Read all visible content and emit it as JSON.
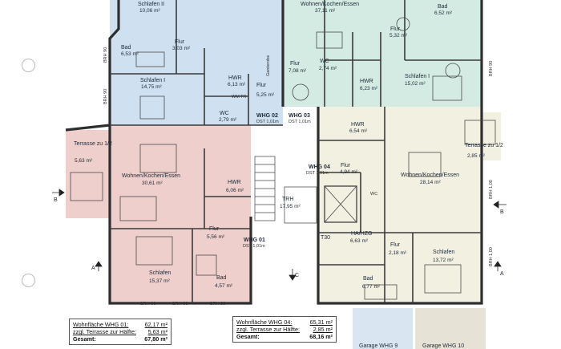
{
  "colors": {
    "unit02": "#cfe0f1",
    "unit03": "#d4ebe3",
    "unit01": "#efcfcc",
    "unit04": "#f2f0e0",
    "garage": "#d9e6f2",
    "garage2": "#e6e3d6"
  },
  "rooms": {
    "schlafen2": {
      "name": "Schlafen II",
      "area": "10,06 m²"
    },
    "flur02": {
      "name": "Flur",
      "area": "3,03 m²"
    },
    "bad02": {
      "name": "Bad",
      "area": "6,53 m²"
    },
    "schlafen1_02": {
      "name": "Schlafen I",
      "area": "14,75 m²"
    },
    "hwr02": {
      "name": "HWR",
      "area": "6,13 m²"
    },
    "flur02b": {
      "name": "Flur",
      "area": "5,25 m²"
    },
    "wc02": {
      "name": "WC",
      "area": "2,79 m²"
    },
    "wohnen03": {
      "name": "Wohnen/Kochen/Essen",
      "area": "37,11 m²"
    },
    "flur03a": {
      "name": "Flur",
      "area": "5,32 m²"
    },
    "bad03": {
      "name": "Bad",
      "area": "6,52 m²"
    },
    "flur03b": {
      "name": "Flur",
      "area": "7,08 m²"
    },
    "wc03": {
      "name": "WC",
      "area": "2,74 m²"
    },
    "hwr03": {
      "name": "HWR",
      "area": "6,23 m²"
    },
    "schlafen1_03": {
      "name": "Schlafen I",
      "area": "15,02 m²"
    },
    "terrasse01": {
      "name": "Terrasse zu 1/2",
      "area": "5,63 m²"
    },
    "wohnen01": {
      "name": "Wohnen/Kochen/Essen",
      "area": "30,61 m²"
    },
    "hwr01": {
      "name": "HWR",
      "area": "6,06 m²"
    },
    "flur01": {
      "name": "Flur",
      "area": "5,56 m²"
    },
    "schlafen01": {
      "name": "Schlafen",
      "area": "15,37 m²"
    },
    "bad01": {
      "name": "Bad",
      "area": "4,57 m²"
    },
    "trh": {
      "name": "TRH",
      "area": "17,95 m²"
    },
    "hwr04": {
      "name": "HWR",
      "area": "6,54 m²"
    },
    "flur04": {
      "name": "Flur",
      "area": "4,94 m²"
    },
    "wohnen04": {
      "name": "Wohnen/Kochen/Essen",
      "area": "28,14 m²"
    },
    "terrasse04": {
      "name": "Terrasse zu 1/2",
      "area": "2,85 m²"
    },
    "hahzg": {
      "name": "HA/HZG",
      "area": "6,63 m²"
    },
    "flur04b": {
      "name": "Flur",
      "area": "2,18 m²"
    },
    "schlafen04": {
      "name": "Schlafen",
      "area": "13,72 m²"
    },
    "bad04": {
      "name": "Bad",
      "area": "6,77 m²"
    },
    "garage9": {
      "name": "Garage WHG 9"
    },
    "garage10": {
      "name": "Garage WHG 10"
    }
  },
  "unit_tags": {
    "whg02": {
      "name": "WHG 02",
      "sub": "DST 1,01m"
    },
    "whg03": {
      "name": "WHG 03",
      "sub": "DST 1,01m"
    },
    "whg04": {
      "name": "WHG 04",
      "sub": "DST 1,01m"
    },
    "whg01": {
      "name": "WHG 01",
      "sub": "DST 1,01m"
    }
  },
  "misc_labels": {
    "wc_small": "WC",
    "wm": "WM",
    "tr": "TR",
    "t30": "T30",
    "gard": "Garderobe",
    "brh_90": "BRH 90",
    "brh_100": "BRH 1,00",
    "section_b": "B",
    "section_c": "C",
    "section_a": "A"
  },
  "area_boxes": [
    {
      "rows": [
        {
          "label": "Wohnfläche WHG 01:",
          "value": "62,17 m²"
        },
        {
          "label": "zzgl. Terrasse zur Hälfte:",
          "value": "5,63 m²"
        },
        {
          "label": "Gesamt:",
          "value": "67,80 m²"
        }
      ]
    },
    {
      "rows": [
        {
          "label": "Wohnfläche WHG 04:",
          "value": "65,31 m²"
        },
        {
          "label": "zzgl. Terrasse zur Hälfte:",
          "value": "2,85 m²"
        },
        {
          "label": "Gesamt:",
          "value": "68,16 m²"
        }
      ]
    }
  ]
}
